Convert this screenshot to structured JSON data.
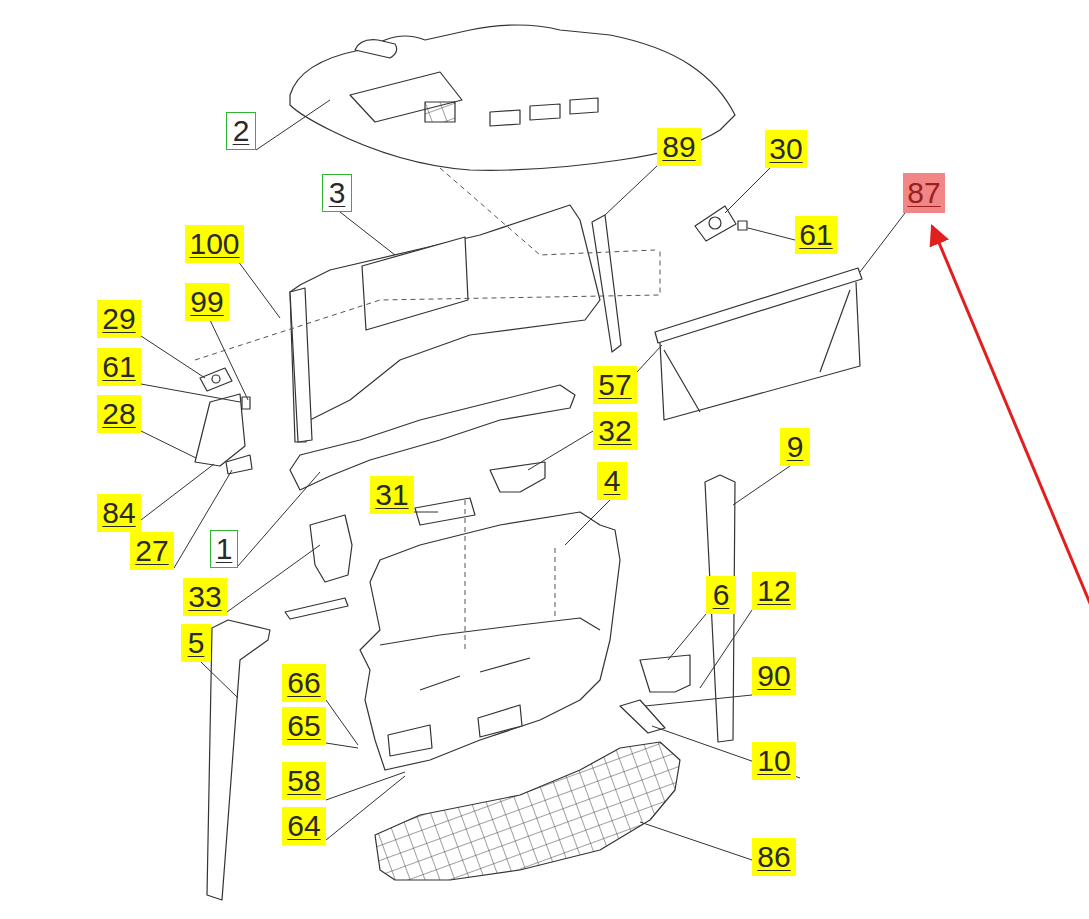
{
  "diagram": {
    "nodes": [
      {
        "text": [
          "2"
        ]
      },
      {
        "text": [
          "89"
        ]
      },
      {
        "text": [
          "30"
        ]
      },
      {
        "text": [
          "87"
        ]
      },
      {
        "text": [
          "3"
        ]
      },
      {
        "text": [
          "61"
        ]
      },
      {
        "text": [
          "100"
        ]
      },
      {
        "text": [
          "99"
        ]
      },
      {
        "text": [
          "29"
        ]
      },
      {
        "text": [
          "61"
        ]
      },
      {
        "text": [
          "57"
        ]
      },
      {
        "text": [
          "28"
        ]
      },
      {
        "text": [
          "32"
        ]
      },
      {
        "text": [
          "9"
        ]
      },
      {
        "text": [
          "4"
        ]
      },
      {
        "text": [
          "31"
        ]
      },
      {
        "text": [
          "84"
        ]
      },
      {
        "text": [
          "27"
        ]
      },
      {
        "text": [
          "1"
        ]
      },
      {
        "text": [
          "33"
        ]
      },
      {
        "text": [
          "12"
        ]
      },
      {
        "text": [
          "6"
        ]
      },
      {
        "text": [
          "5"
        ]
      },
      {
        "text": [
          "90"
        ]
      },
      {
        "text": [
          "66"
        ]
      },
      {
        "text": [
          "65"
        ]
      },
      {
        "text": [
          "10"
        ]
      },
      {
        "text": [
          "58"
        ]
      },
      {
        "text": [
          "64"
        ]
      },
      {
        "text": [
          "86"
        ]
      }
    ]
  }
}
